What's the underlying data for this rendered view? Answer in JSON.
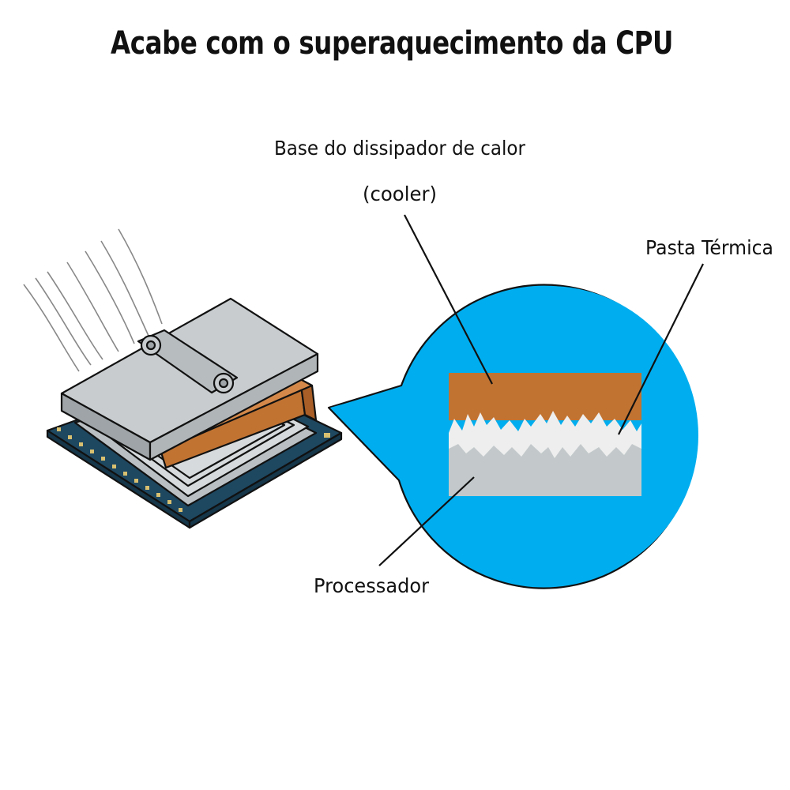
{
  "title": "Acabe com o superaquecimento da CPU",
  "labels": {
    "heatsink_line1": "Base do dissipador de calor",
    "heatsink_line2": "(cooler)",
    "paste": "Pasta Térmica",
    "processor": "Processador"
  },
  "colors": {
    "bubble": "#00aeef",
    "copper": "#c17332",
    "paste": "#eeeeee",
    "processor": "#c3c9cb",
    "pcb": "#1e4760",
    "metal": "#c8ccce",
    "metal_dark": "#9ea4a7"
  },
  "icons": [
    "heat-pipe-icon",
    "cpu-icon"
  ]
}
